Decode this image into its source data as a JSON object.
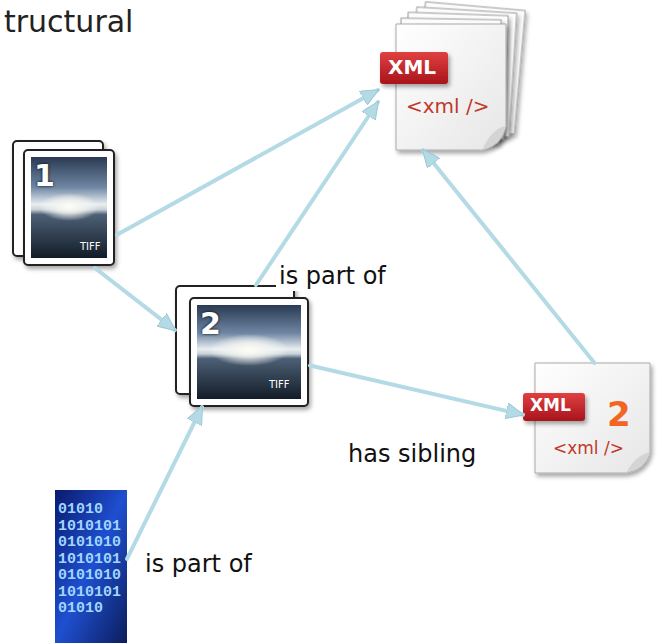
{
  "diagram": {
    "title": "tructural",
    "nodes": [
      {
        "text": [
          "XML",
          "<xml />"
        ]
      },
      {
        "text": [
          "1",
          "TIFF"
        ]
      },
      {
        "text": [
          "2",
          "TIFF"
        ]
      },
      {
        "text": [
          "XML",
          "2",
          "<xml />"
        ]
      },
      {
        "text": [
          "01010 1010101 0101010 1010101 0101010 1010101 01010"
        ]
      }
    ],
    "edges": [
      {
        "from": 1,
        "to": 0,
        "arrow": "to"
      },
      {
        "from": 1,
        "to": 2,
        "arrow": "to"
      },
      {
        "from": 2,
        "to": 0,
        "label": "is part of",
        "arrow": "to"
      },
      {
        "from": 2,
        "to": 3,
        "label": "has sibling",
        "arrow": "to"
      },
      {
        "from": 3,
        "to": 0,
        "arrow": "to"
      },
      {
        "from": 4,
        "to": 2,
        "label": "is part of",
        "arrow": "to"
      }
    ]
  }
}
